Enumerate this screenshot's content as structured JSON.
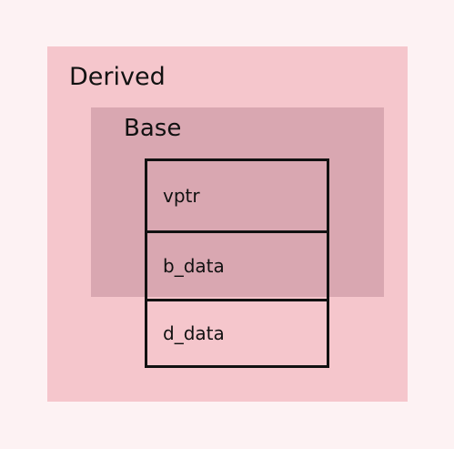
{
  "diagram": {
    "derived": {
      "title": "Derived",
      "fill_color": "#f5c6cc"
    },
    "base": {
      "title": "Base",
      "fill_color": "#d9a7b1"
    },
    "layout_cells": [
      "vptr",
      "b_data",
      "d_data"
    ],
    "background_color": "#fdf2f3",
    "stroke_color": "#111111"
  }
}
